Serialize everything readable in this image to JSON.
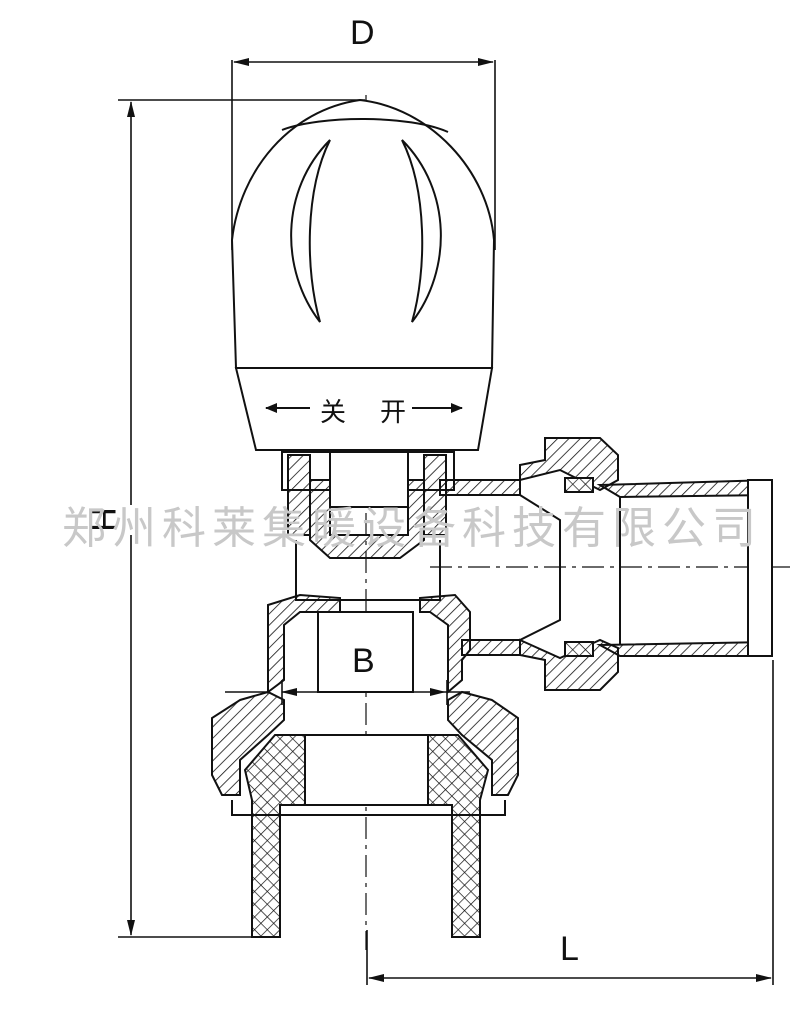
{
  "dimensions": {
    "diameter_label": "D",
    "height_label": "H",
    "bore_label": "B",
    "length_label": "L"
  },
  "knob": {
    "close_label": "关",
    "open_label": "开"
  },
  "watermark": {
    "text": "郑州科莱集暖设备科技有限公司"
  },
  "colors": {
    "line": "#111111",
    "watermark": "#c8c8c8",
    "background": "#ffffff"
  }
}
